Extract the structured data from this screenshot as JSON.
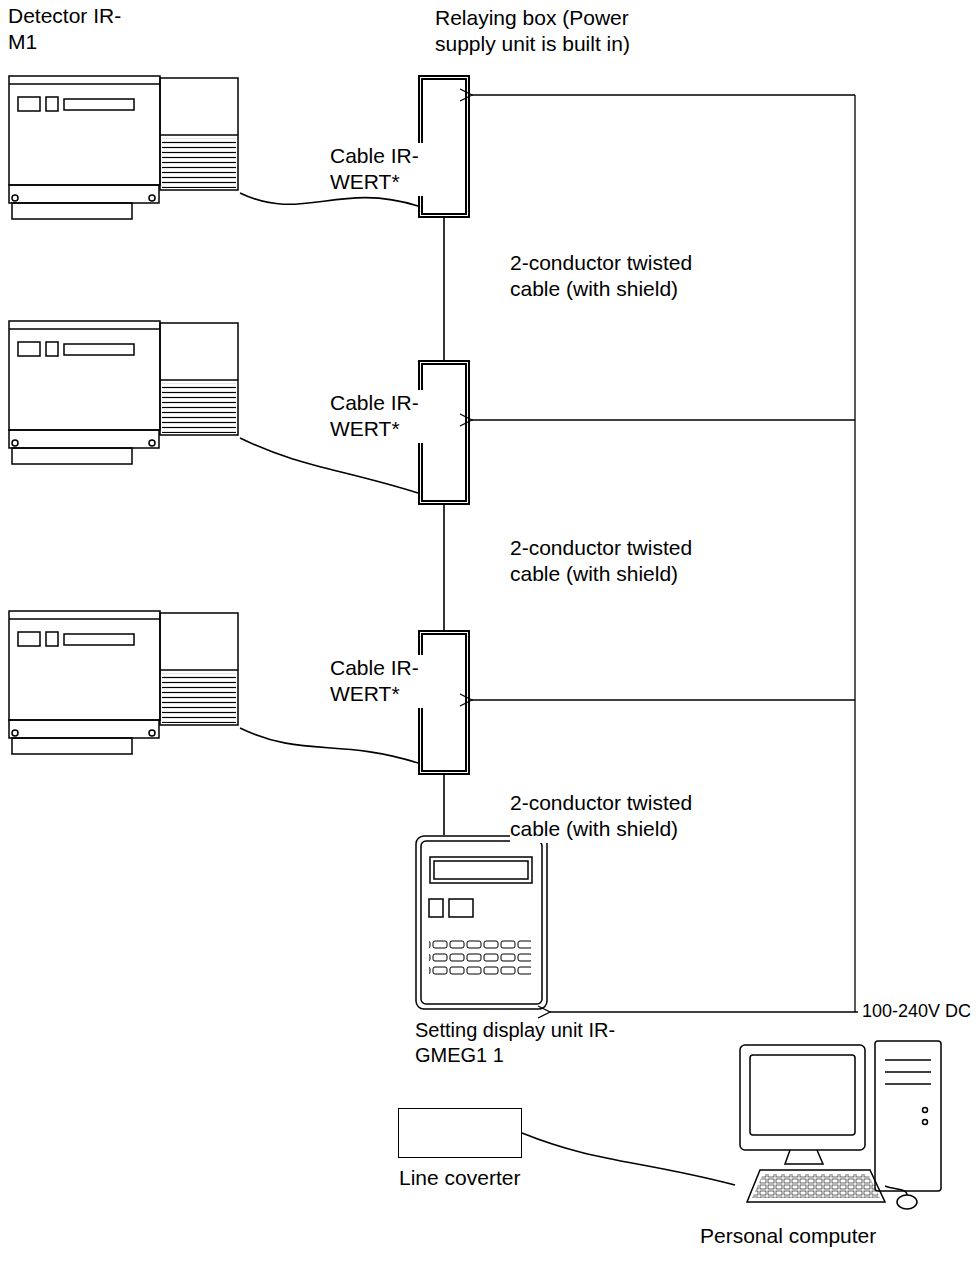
{
  "diagram": {
    "nodes": [
      {
        "text": [
          "Detector IR-M1"
        ]
      },
      {
        "text": [
          "Relaying box (Power supply unit is built in)"
        ]
      },
      {
        "text": []
      },
      {
        "text": []
      },
      {
        "text": []
      },
      {
        "text": []
      },
      {
        "text": [
          "Setting display unit IR-GMEG1 1"
        ]
      },
      {
        "text": [
          "Line coverter"
        ]
      },
      {
        "text": [
          "Personal computer"
        ]
      }
    ],
    "edges": [
      {
        "from": 0,
        "to": 1,
        "arrow": "none",
        "label": "Cable IR-WERT*"
      },
      {
        "from": 2,
        "to": 3,
        "arrow": "none",
        "label": "Cable IR-WERT*"
      },
      {
        "from": 4,
        "to": 5,
        "arrow": "none",
        "label": "Cable IR-WERT*"
      },
      {
        "from": 1,
        "to": 3,
        "arrow": "none",
        "label": "2-conductor twisted cable (with shield)"
      },
      {
        "from": 3,
        "to": 5,
        "arrow": "none",
        "label": "2-conductor twisted cable (with shield)"
      },
      {
        "from": 5,
        "to": 6,
        "arrow": "none",
        "label": "2-conductor twisted cable (with shield)"
      },
      {
        "from": 7,
        "to": 8,
        "arrow": "none"
      }
    ],
    "labels": [
      "100-240V DC"
    ]
  }
}
